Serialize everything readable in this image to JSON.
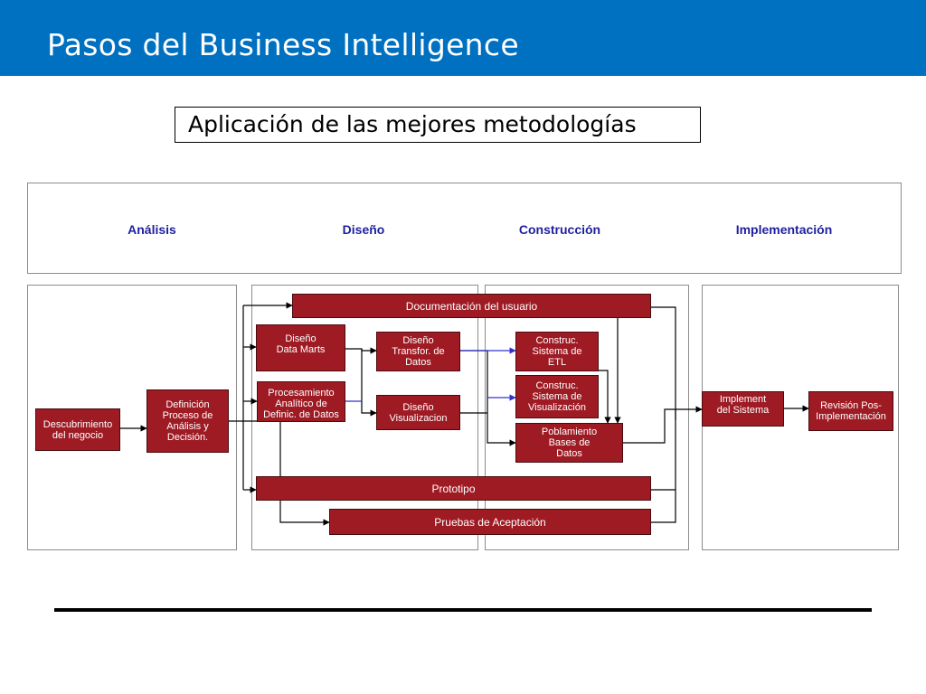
{
  "title": "Pasos del Business Intelligence",
  "subtitle": "Aplicación de las mejores metodologías",
  "phases": [
    "Análisis",
    "Diseño",
    "Construcción",
    "Implementación"
  ],
  "boxes": {
    "descubrimiento": "Descubrimiento\ndel negocio",
    "definicion": "Definición\nProceso de\nAnálisis y\nDecisión.",
    "documentacion": "Documentación del usuario",
    "diseno_data_marts": "Diseño\nData Marts",
    "procesamiento": "Procesamiento\nAnalítico de\nDefinic. de Datos",
    "diseno_transfor": "Diseño\nTransfor. de\nDatos",
    "diseno_visualizacion": "Diseño\nVisualizacion",
    "construc_etl": "Construc.\nSistema de\nETL",
    "construc_visualizacion": "Construc.\nSistema de\nVisualización",
    "poblamiento": "Poblamiento\nBases de\nDatos",
    "prototipo": "Prototipo",
    "pruebas": "Pruebas de Aceptación",
    "implement": "Implement\ndel Sistema",
    "revision": "Revisión Pos-\nImplementación"
  },
  "colors": {
    "header": "#0070c0",
    "box_fill": "#9e1b24",
    "phase_label": "#1f1fa0",
    "connector": "#000000",
    "connector_blue": "#3333cc"
  }
}
